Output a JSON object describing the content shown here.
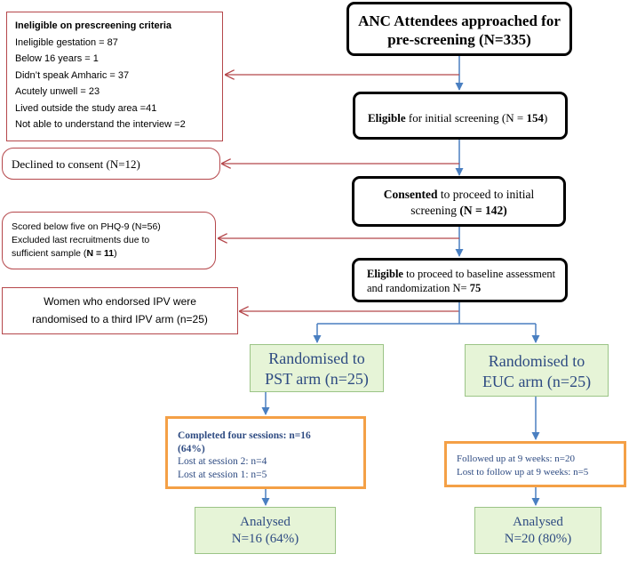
{
  "main_flow": {
    "approached": {
      "line1": "ANC Attendees approached for",
      "line2": "pre-screening (N=335)"
    },
    "eligible_initial": {
      "bold": "Eligible",
      "rest": " for initial screening (N = ",
      "count": "154",
      "close": ")"
    },
    "consented": {
      "bold": "Consented",
      "rest": " to proceed to initial",
      "line2_pre": "screening ",
      "line2_bold": "(N = 142)"
    },
    "eligible_baseline": {
      "bold": "Eligible",
      "rest": " to proceed to baseline assessment",
      "line2_pre": "and randomization N= ",
      "line2_bold": "75"
    }
  },
  "exclusions": {
    "prescreening": {
      "title": "Ineligible on prescreening criteria",
      "items": [
        "Ineligible gestation = 87",
        "Below 16 years = 1",
        "Didn’t speak Amharic = 37",
        "Acutely unwell = 23",
        "Lived outside the study area =41",
        "Not able to understand the interview =2"
      ]
    },
    "declined": {
      "text": "Declined to consent (N=12)"
    },
    "phq": {
      "line1": "Scored below five on PHQ-9 (N=56)",
      "line2": "Excluded last recruitments due to",
      "line3_pre": "sufficient sample (",
      "line3_bold": "N = 11",
      "line3_post": ")"
    },
    "ipv": {
      "line1": "Women who endorsed IPV were",
      "line2": "randomised  to a third IPV arm (n=25)"
    }
  },
  "arms": {
    "pst": {
      "randomised": {
        "line1": "Randomised to",
        "line2": "PST arm (n=25)"
      },
      "sessions": {
        "line1": "Completed four sessions: n=16",
        "line2": "(64%)",
        "line3": "Lost at session 2:  n=4",
        "line4": "Lost at session 1:  n=5"
      },
      "analysed": {
        "line1": "Analysed",
        "line2": "N=16 (64%)"
      }
    },
    "euc": {
      "randomised": {
        "line1": "Randomised to",
        "line2": "EUC arm (n=25)"
      },
      "followup": {
        "line1": "Followed up at 9 weeks: n=20",
        "line2": "Lost to follow up at 9 weeks:  n=5"
      },
      "analysed": {
        "line1": "Analysed",
        "line2": "N=20 (80%)"
      }
    }
  },
  "colors": {
    "main_border": "#000000",
    "exclusion_border": "#b5474b",
    "arm_fill": "#e6f4d7",
    "arm_border": "#9bc486",
    "outcome_border": "#f4a046",
    "arm_text": "#2e4b82",
    "down_arrow": "#4a7fc1",
    "side_arrow": "#b5474b"
  }
}
